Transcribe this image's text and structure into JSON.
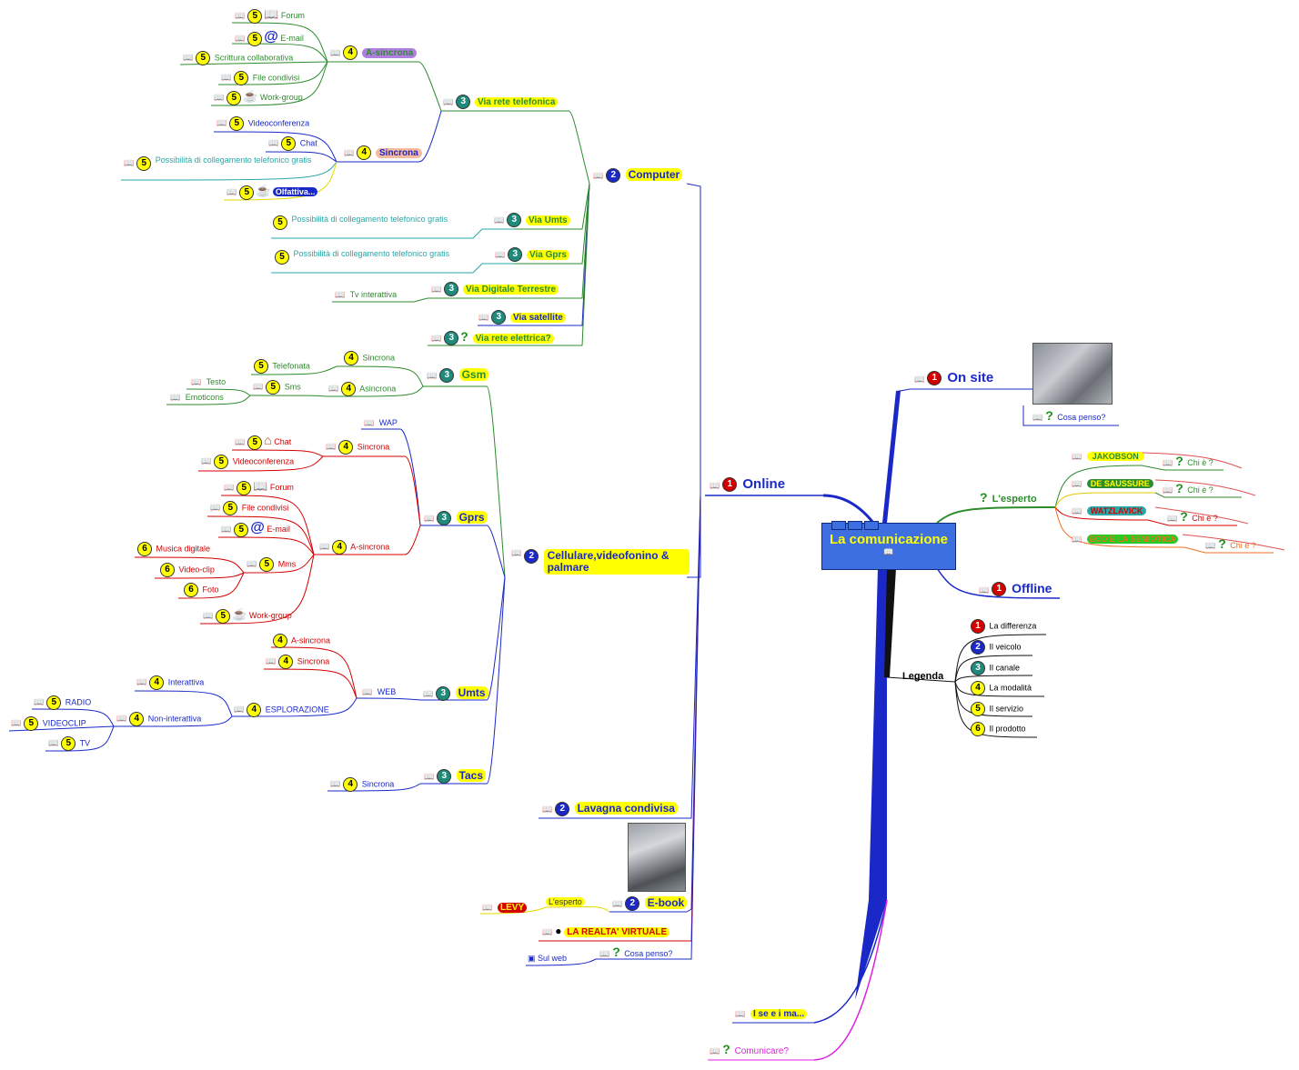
{
  "root": {
    "title": "La comunicazione"
  },
  "legend": {
    "title": "Legenda",
    "items": [
      "La differenza",
      "Il veicolo",
      "Il canale",
      "La modalità",
      "Il servizio",
      "Il prodotto"
    ],
    "numbers": [
      "1",
      "2",
      "3",
      "4",
      "5",
      "6"
    ]
  },
  "right": {
    "on_site": "On site",
    "cosa_penso": "Cosa penso?",
    "esperto": "L'esperto",
    "experts": [
      "JAKOBSON",
      "DE SAUSSURE",
      "WATZLAVICK",
      "ECO E LA SEMIOTICA"
    ],
    "chi_e": "Chi è ?",
    "offline": "Offline"
  },
  "online": {
    "label": "Online",
    "computer": {
      "label": "Computer",
      "via_rete": "Via rete telefonica",
      "asincrona": "A-sincrona",
      "asincrona_items": [
        "Forum",
        "E-mail",
        "Scrittura collaborativa",
        "File condivisi",
        "Work-group"
      ],
      "sincrona": "Sincrona",
      "sincrona_items": [
        "Videoconferenza",
        "Chat",
        "Possibilità di collegamento telefonico gratis"
      ],
      "olfattiva": "Olfattiva...",
      "via_umts": "Via Umts",
      "via_gprs": "Via Gprs",
      "possibilita": "Possibilità di collegamento telefonico gratis",
      "via_digitale": "Via Digitale Terrestre",
      "tv_interattiva": "Tv interattiva",
      "via_satellite": "Via satellite",
      "via_rete_elettrica": "Via rete elettrica?"
    },
    "cellulare": {
      "label": "Cellulare,videofonino & palmare",
      "gsm": "Gsm",
      "gsm_sincrona": "Sincrona",
      "telefonata": "Telefonata",
      "gsm_asincrona": "Asincrona",
      "sms": "Sms",
      "testo": "Testo",
      "emoticons": "Emoticons",
      "gprs": "Gprs",
      "wap": "WAP",
      "gprs_sincrona": "Sincrona",
      "chat": "Chat",
      "videoconferenza": "Videoconferenza",
      "gprs_asincrona": "A-sincrona",
      "forum": "Forum",
      "file_condivisi": "File condivisi",
      "email": "E-mail",
      "mms": "Mms",
      "musica": "Musica digitale",
      "video_clip": "Video-clip",
      "foto": "Foto",
      "work_group": "Work-group",
      "umts": "Umts",
      "web": "WEB",
      "umts_asincrona": "A-sincrona",
      "umts_sincrona": "Sincrona",
      "esplorazione": "ESPLORAZIONE",
      "interattiva": "Interattiva",
      "non_interattiva": "Non-interattiva",
      "radio": "RADIO",
      "videoclip": "VIDEOCLIP",
      "tv": "TV",
      "tacs": "Tacs",
      "tacs_sincrona": "Sincrona"
    },
    "lavagna": "Lavagna condivisa",
    "ebook": "E-book",
    "ebook_esperto": "L'esperto",
    "levy": "LEVY",
    "realta": "LA REALTA' VIRTUALE",
    "cosa_penso": "Cosa penso?",
    "sul_web": "Sul web"
  },
  "bottom": {
    "ise": "I se e i ma...",
    "comunicare": "Comunicare?"
  },
  "colors": {
    "blue": "#1a28c8",
    "green": "#2e8b2e",
    "red": "#d40000",
    "teal": "#2aa7a7",
    "magenta": "#e020e0",
    "orange": "#f07020",
    "yellow": "#ffff00"
  }
}
